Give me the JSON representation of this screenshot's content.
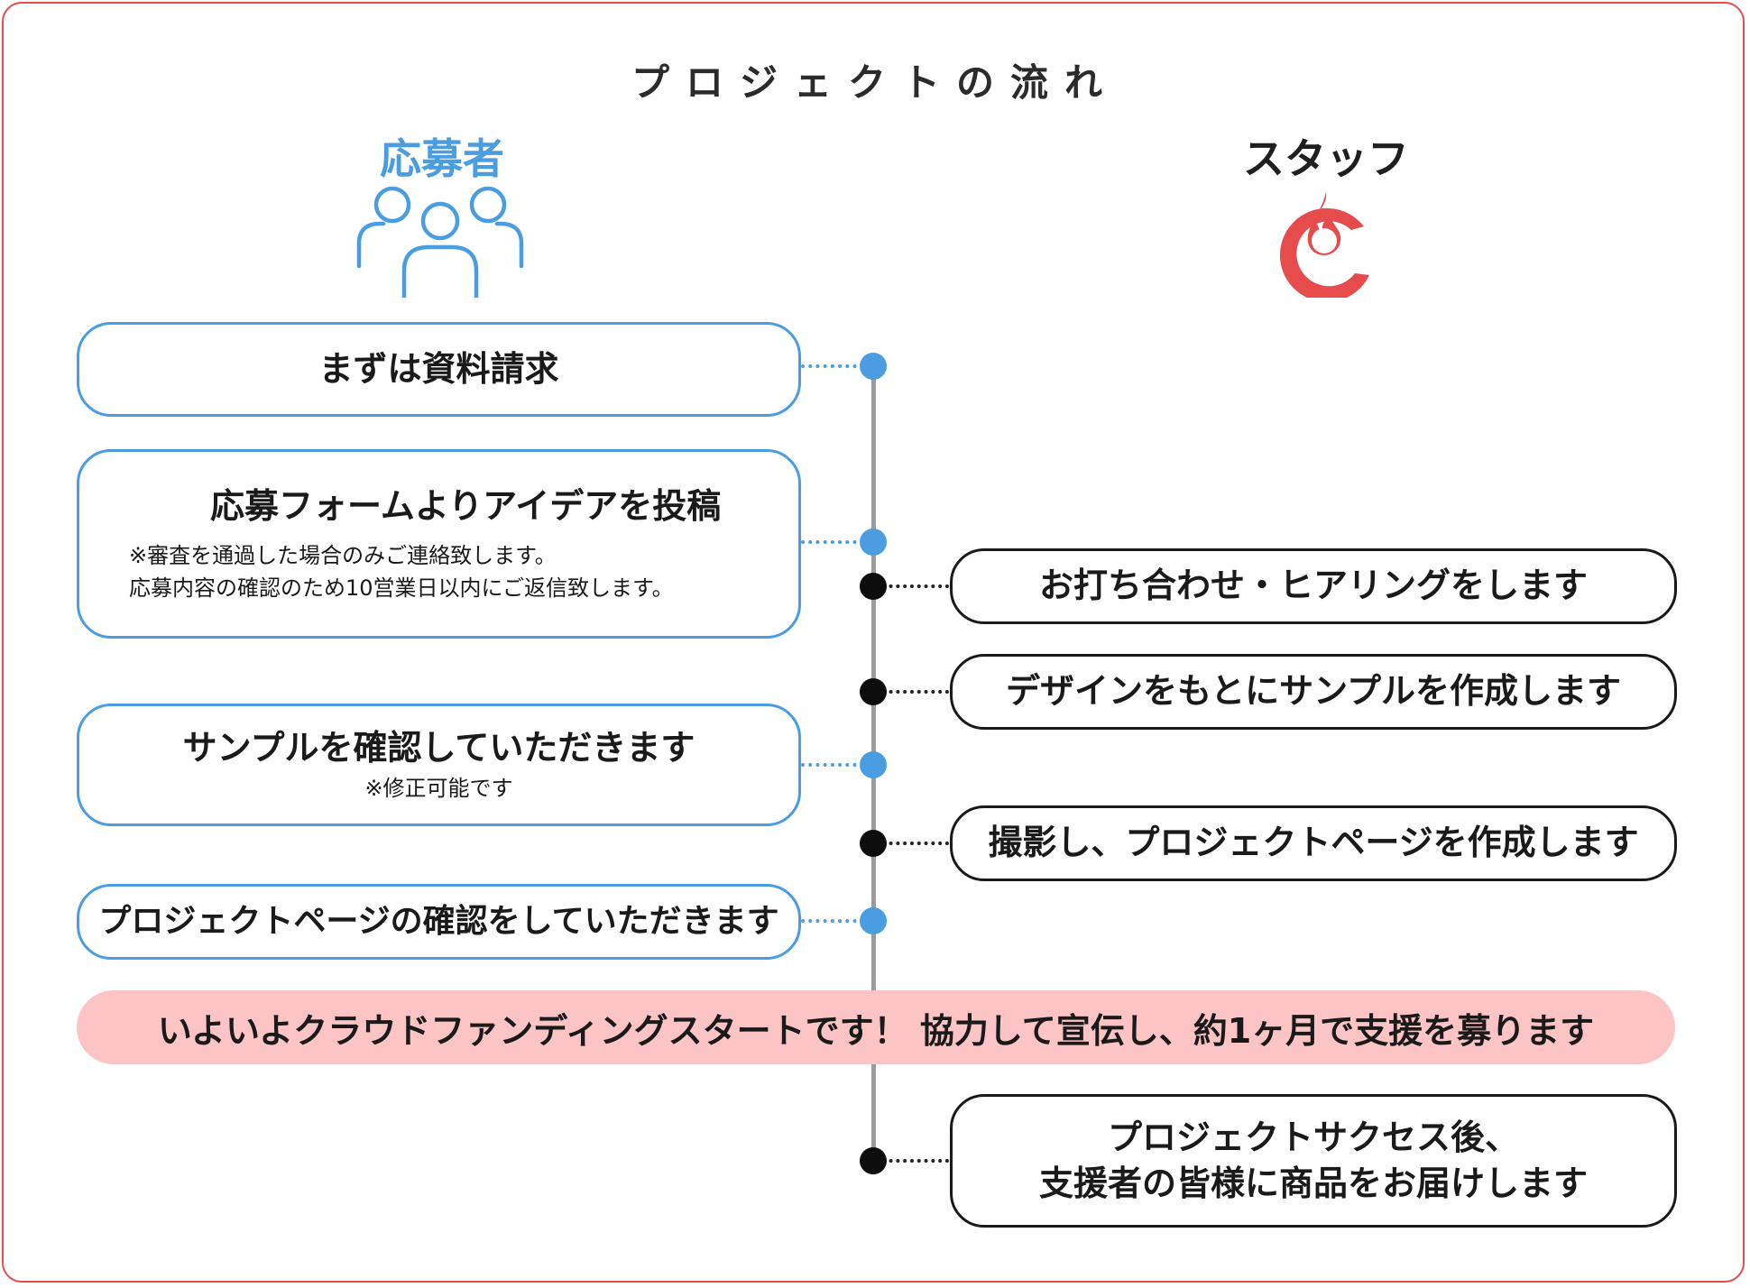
{
  "title": "プロジェクトの流れ",
  "columns": {
    "applicant": "応募者",
    "staff": "スタッフ"
  },
  "icons": {
    "applicant": "people-group-icon",
    "staff": "flame-c-logo-icon"
  },
  "colors": {
    "accent_blue": "#4a9de0",
    "accent_red": "#e74c4c",
    "banner_pink": "#fcc4c4",
    "timeline_gray": "#9b9b9b"
  },
  "applicant_steps": [
    {
      "title": "まずは資料請求"
    },
    {
      "title": "応募フォームよりアイデアを投稿",
      "notes": [
        "※審査を通過した場合のみご連絡致します。",
        "応募内容の確認のため10営業日以内にご返信致します。"
      ]
    },
    {
      "title": "サンプルを確認していただきます",
      "note": "※修正可能です"
    },
    {
      "title": "プロジェクトページの確認をしていただきます"
    }
  ],
  "staff_steps": [
    {
      "title": "お打ち合わせ・ヒアリングをします"
    },
    {
      "title": "デザインをもとにサンプルを作成します"
    },
    {
      "title": "撮影し、プロジェクトページを作成します"
    },
    {
      "lines": [
        "プロジェクトサクセス後、",
        "支援者の皆様に商品をお届けします"
      ]
    }
  ],
  "banner": "いよいよクラウドファンディングスタートです！ 協力して宣伝し、約1ヶ月で支援を募ります"
}
